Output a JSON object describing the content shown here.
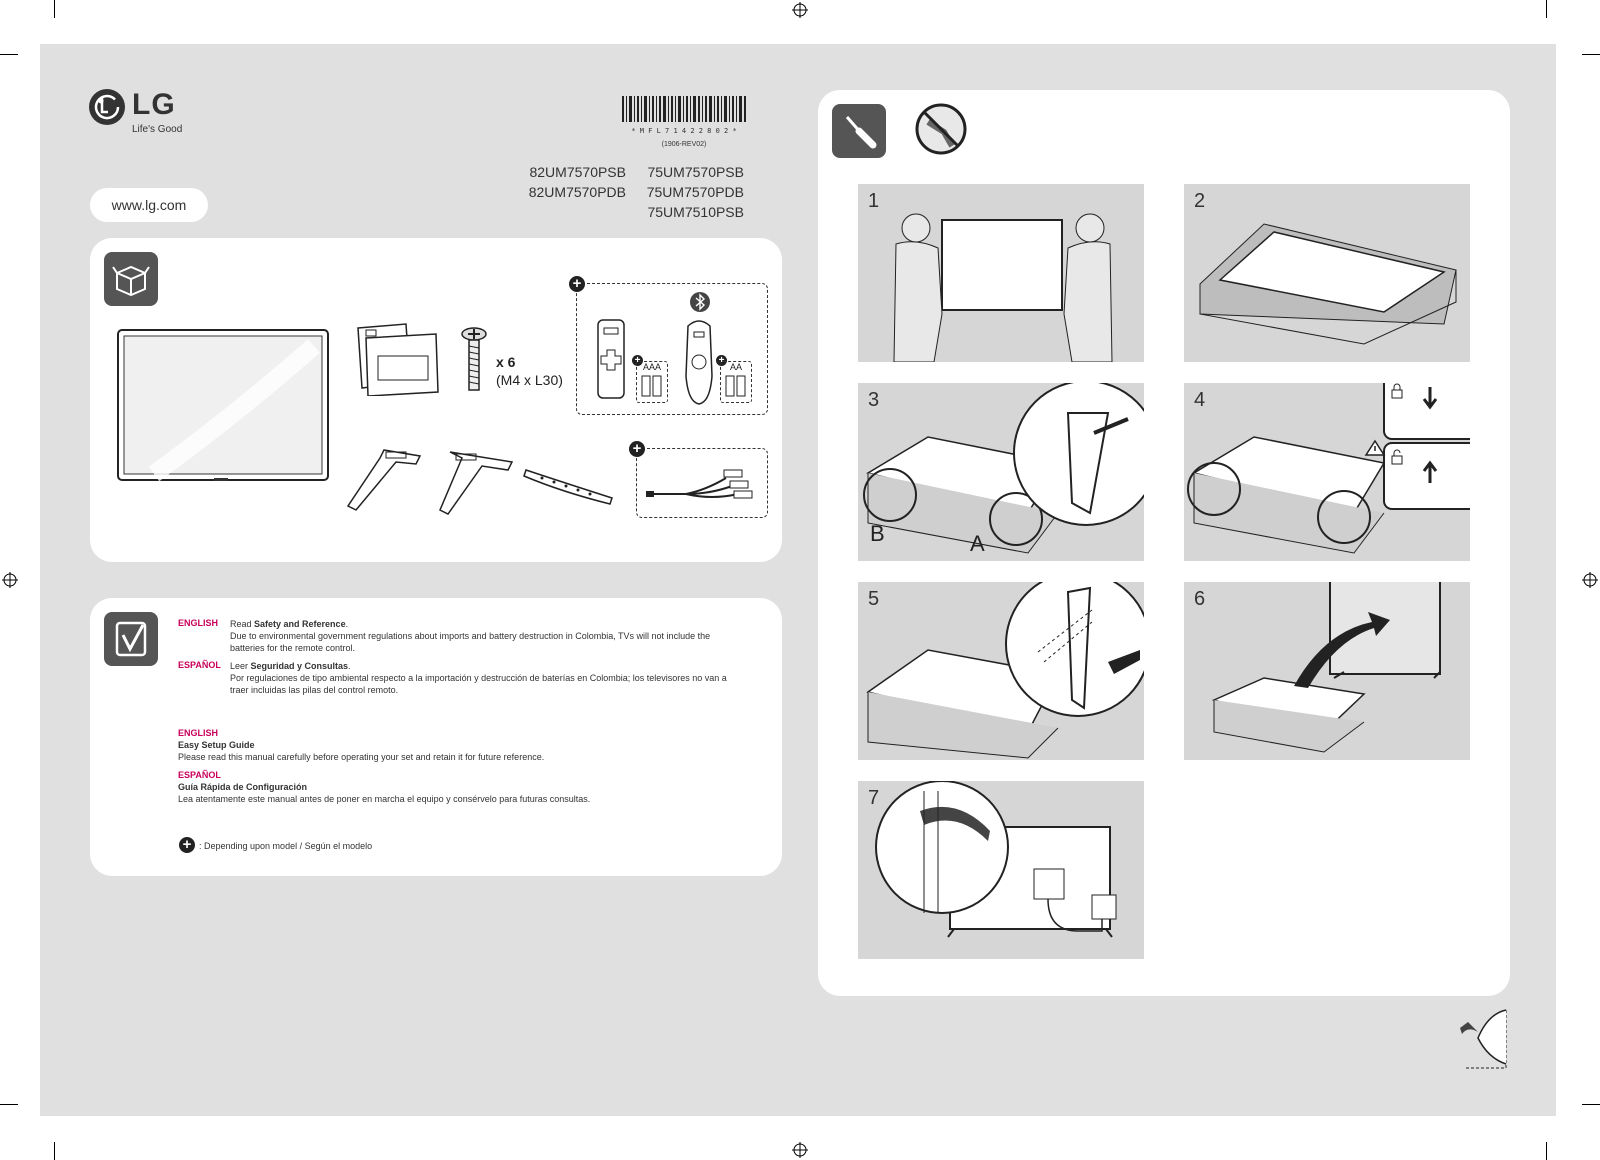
{
  "brand": {
    "logo": "LG",
    "tagline": "Life's Good",
    "url": "www.lg.com"
  },
  "document": {
    "barcode_text": "* M F L 7 1 4 2 2 8 0 2 *",
    "revision": "(1906-REV02)",
    "models_left": [
      "82UM7570PSB",
      "82UM7570PDB"
    ],
    "models_right": [
      "75UM7570PSB",
      "75UM7570PDB",
      "75UM7510PSB"
    ]
  },
  "contents": {
    "screw_count": "x 6",
    "screw_spec": "(M4 x L30)",
    "battery_aaa": "AAA",
    "battery_aa": "AA"
  },
  "notes": {
    "english_label": "ENGLISH",
    "english_read_prefix": "Read ",
    "english_bold": "Safety and Reference",
    "english_body": "Due to environmental government regulations about imports and battery destruction in Colombia, TVs will not include the batteries for the remote control.",
    "spanish_label": "ESPAÑOL",
    "spanish_read_prefix": "Leer ",
    "spanish_bold": "Seguridad y Consultas",
    "spanish_body": "Por regulaciones de tipo ambiental respecto a la importación y destrucción de baterías en Colombia; los televisores no van a traer incluidas las pilas del control remoto.",
    "guide_en_label": "ENGLISH",
    "guide_en_title": "Easy Setup Guide",
    "guide_en_body": "Please read this manual carefully before operating your set and retain it for future reference.",
    "guide_es_label": "ESPAÑOL",
    "guide_es_title": "Guía Rápida de Configuración",
    "guide_es_body": "Lea atentamente este manual antes de poner en marcha el equipo y consérvelo para futuras consultas.",
    "model_note": ": Depending upon model / Según el modelo"
  },
  "steps": [
    {
      "num": "1"
    },
    {
      "num": "2"
    },
    {
      "num": "3",
      "label_a": "A",
      "label_b": "B"
    },
    {
      "num": "4"
    },
    {
      "num": "5"
    },
    {
      "num": "6"
    },
    {
      "num": "7"
    }
  ],
  "icons": [
    "lg-logo-icon",
    "box-icon",
    "screwdriver-icon",
    "no-power-tool-icon",
    "check-document-icon",
    "bluetooth-icon",
    "plus-icon",
    "warning-icon",
    "lock-icon",
    "page-turn-icon"
  ]
}
